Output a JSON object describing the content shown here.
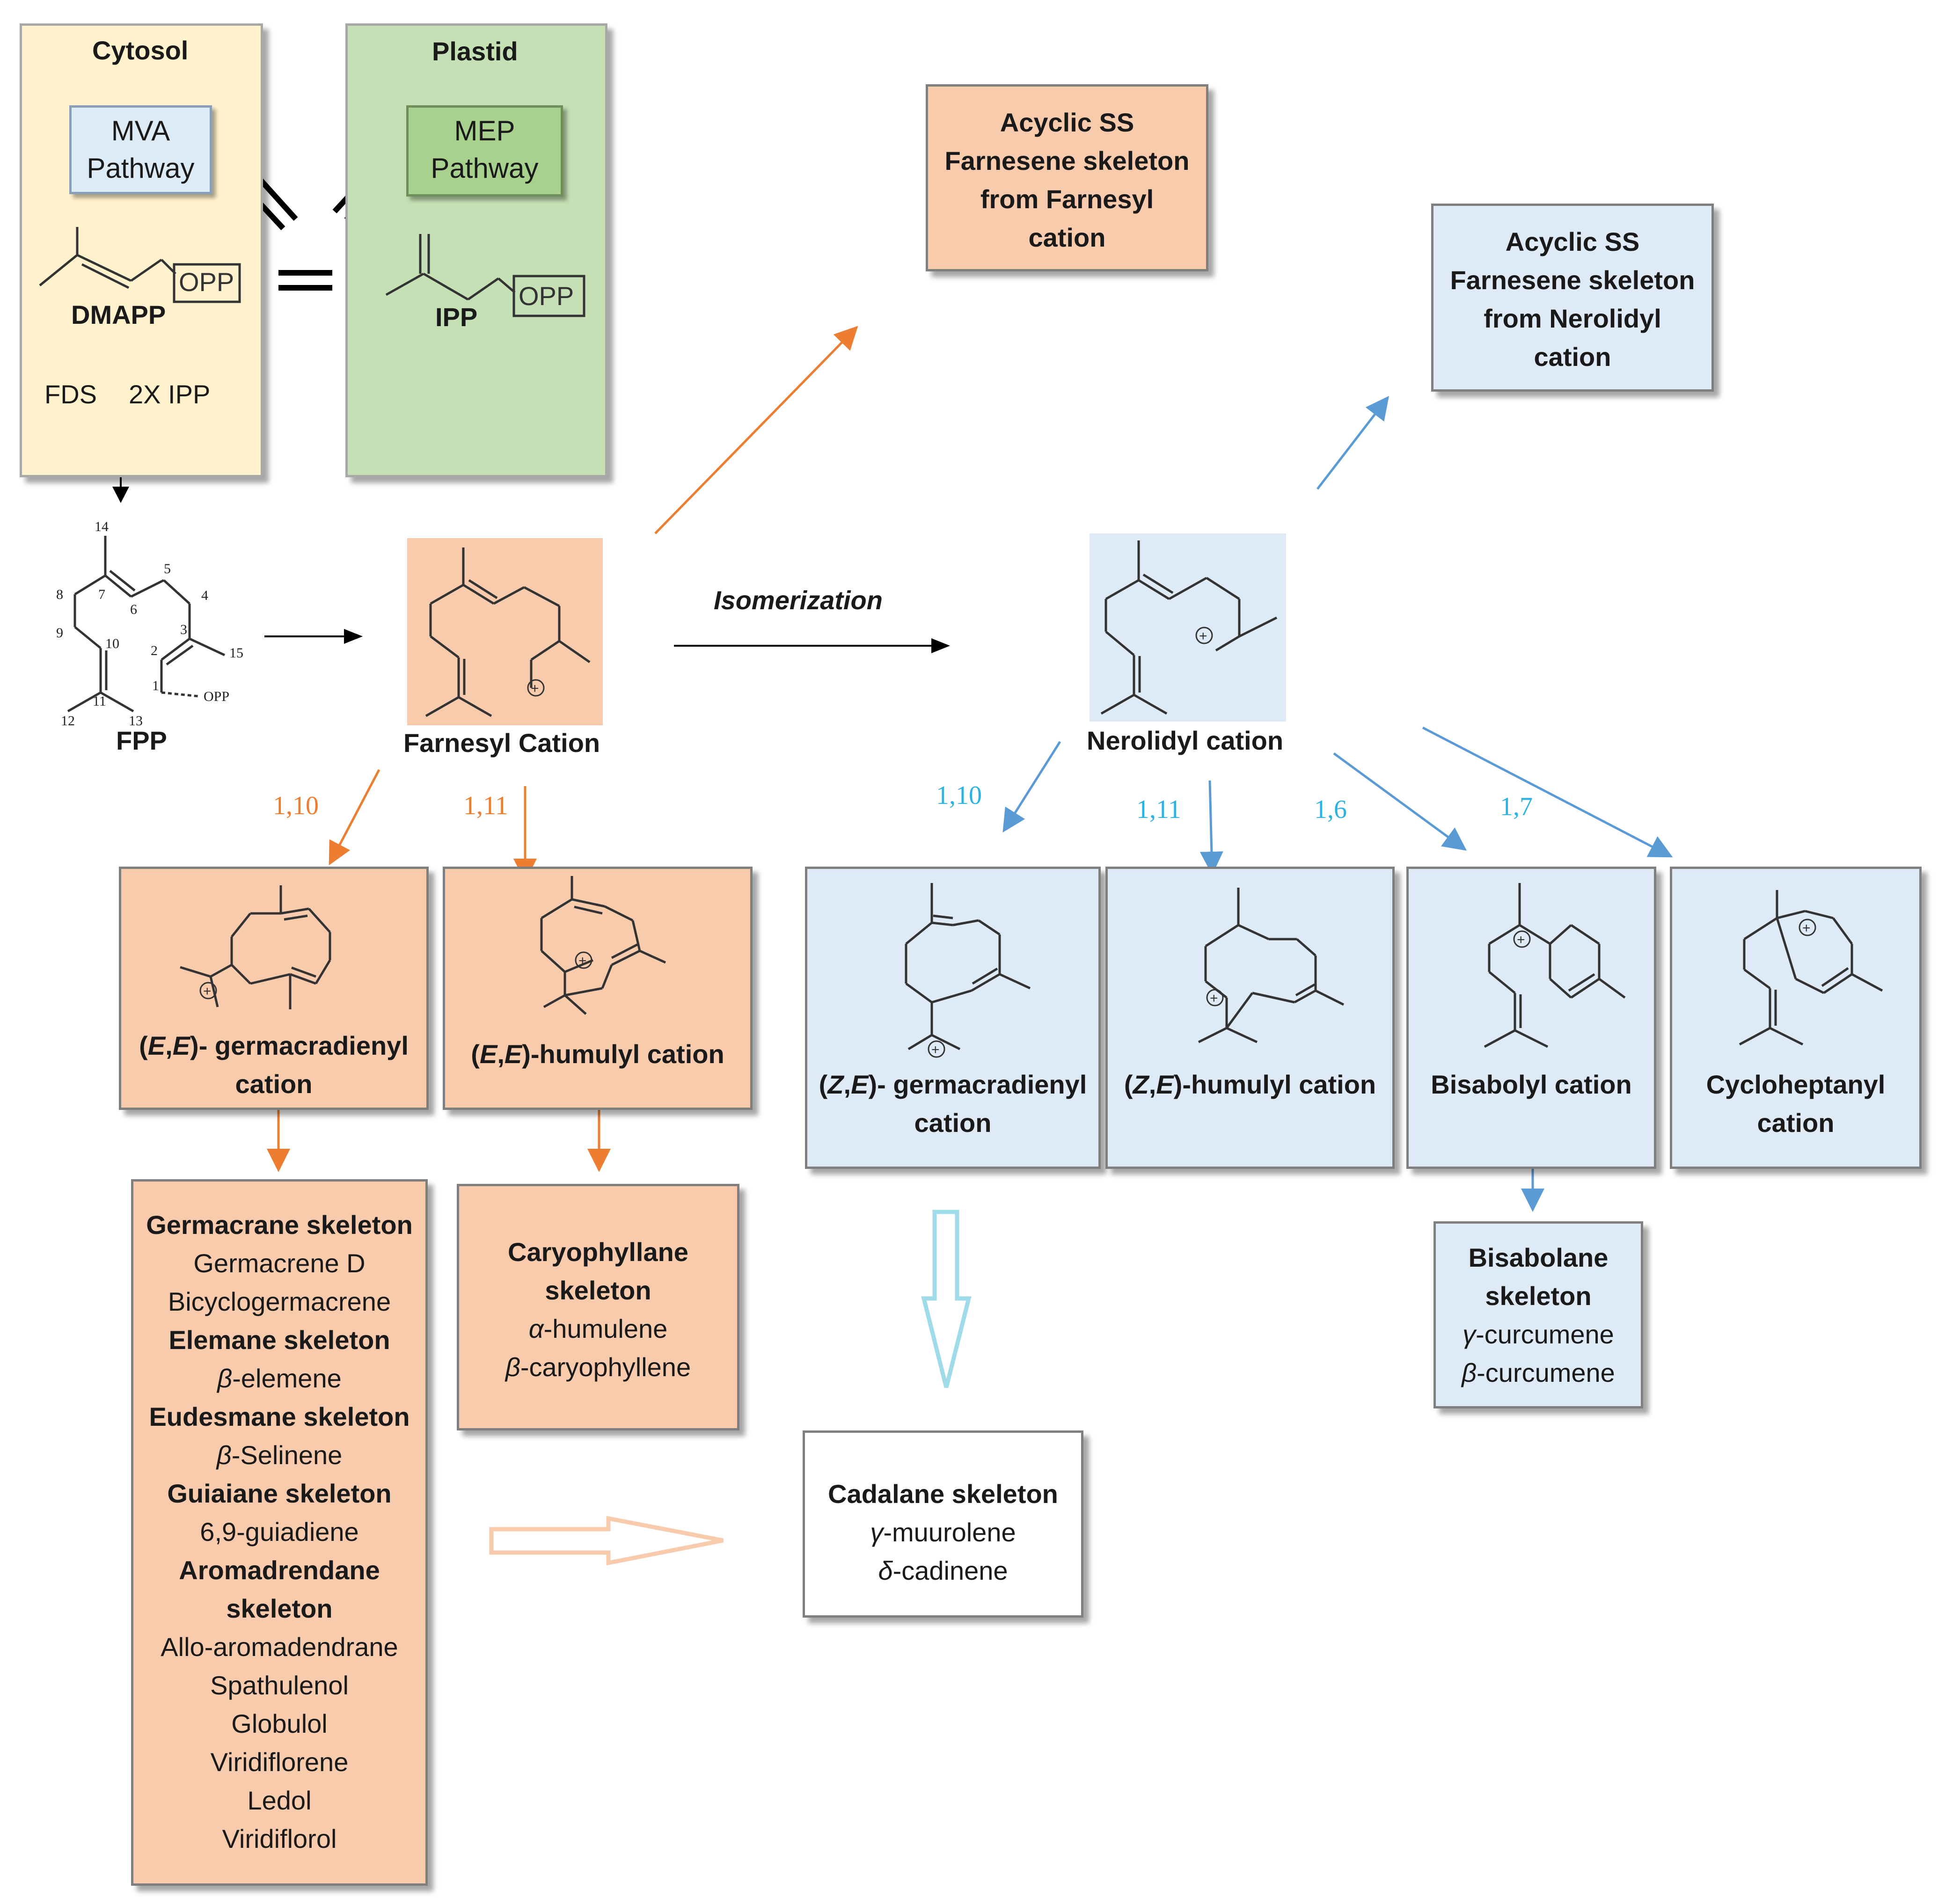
{
  "compartments": {
    "cytosol": {
      "title": "Cytosol",
      "pathway_line1": "MVA",
      "pathway_line2": "Pathway",
      "molecule": "DMAPP",
      "group": "OPP",
      "enzyme": "FDS",
      "cosubstrate": "2X IPP"
    },
    "plastid": {
      "title": "Plastid",
      "pathway_line1": "MEP",
      "pathway_line2": "Pathway",
      "molecule": "IPP",
      "group": "OPP"
    }
  },
  "fpp": {
    "label": "FPP",
    "group": "OPP",
    "atoms": [
      "14",
      "5",
      "8",
      "7",
      "6",
      "4",
      "9",
      "10",
      "3",
      "2",
      "15",
      "1",
      "12",
      "11",
      "13"
    ]
  },
  "cations": {
    "farnesyl": "Farnesyl Cation",
    "nerolidyl": "Nerolidyl cation",
    "isomerization": "Isomerization"
  },
  "cyclization_labels": {
    "farnesyl_110": "1,10",
    "farnesyl_111": "1,11",
    "nerolidyl_110": "1,10",
    "nerolidyl_111": "1,11",
    "nerolidyl_16": "1,6",
    "nerolidyl_17": "1,7"
  },
  "acyclic_farnesyl": [
    "Acyclic SS",
    "Farnesene skeleton",
    "from Farnesyl",
    "cation"
  ],
  "acyclic_nerolidyl": [
    "Acyclic SS",
    "Farnesene skeleton",
    "from Nerolidyl",
    "cation"
  ],
  "intermediates": {
    "ee_germacradienyl": {
      "prefix": "(",
      "s1": "E",
      "comma": ",",
      "s2": "E",
      "suffix": ")- germacradienyl",
      "line2": "cation"
    },
    "ee_humulyl": {
      "prefix": "(",
      "s1": "E",
      "comma": ",",
      "s2": "E",
      "suffix": ")-humulyl cation"
    },
    "ze_germacradienyl": {
      "prefix": "(",
      "s1": "Z",
      "comma": ",",
      "s2": "E",
      "suffix": ")- germacradienyl",
      "line2": "cation"
    },
    "ze_humulyl": {
      "prefix": "(",
      "s1": "Z",
      "comma": ",",
      "s2": "E",
      "suffix": ")-humulyl cation"
    },
    "bisabolyl": "Bisabolyl cation",
    "cycloheptanyl": [
      "Cycloheptanyl",
      "cation"
    ]
  },
  "plus_sign": "+",
  "products": {
    "germacrane_list": {
      "g_head": "Germacrane skeleton",
      "g_1": "Germacrene D",
      "g_2": "Bicyclogermacrene",
      "el_head": "Elemane skeleton",
      "el_pre": "β",
      "el_post": "-elemene",
      "eu_head": "Eudesmane skeleton",
      "eu_pre": "β",
      "eu_post": "-Selinene",
      "gu_head": "Guiaiane skeleton",
      "gu_1": "6,9-guiadiene",
      "ar_head1": "Aromadrendane",
      "ar_head2": "skeleton",
      "ar_1": "Allo-aromadendrane",
      "ar_2": "Spathulenol",
      "ar_3": "Globulol",
      "ar_4": "Viridiflorene",
      "ar_5": "Ledol",
      "ar_6": "Viridiflorol"
    },
    "caryophyllane": {
      "head1": "Caryophyllane",
      "head2": "skeleton",
      "c1_pre": "α",
      "c1_post": "-humulene",
      "c2_pre": "β",
      "c2_post": "-caryophyllene"
    },
    "cadalane": {
      "head": "Cadalane skeleton",
      "c1_pre": "γ",
      "c1_post": "-muurolene",
      "c2_pre": "δ",
      "c2_post": "-cadinene"
    },
    "bisabolane": {
      "head1": "Bisabolane",
      "head2": "skeleton",
      "c1_pre": "γ",
      "c1_post": "-curcumene",
      "c2_pre": "β",
      "c2_post": "-curcumene"
    }
  },
  "colors": {
    "orange_fill": "#f8cbad",
    "blue_fill": "#deebf7",
    "yellow_fill": "#fff2cc",
    "green_fill": "#c5e0b4",
    "mva_fill": "#ddebf7",
    "mep_fill": "#a9d18e",
    "orange_arrow": "#ed7d31",
    "blue_arrow": "#5b9bd5",
    "cyan_text": "#2eb2e3",
    "cyan_hollow": "#9fdbe8",
    "peach_hollow": "#f8cbad"
  }
}
